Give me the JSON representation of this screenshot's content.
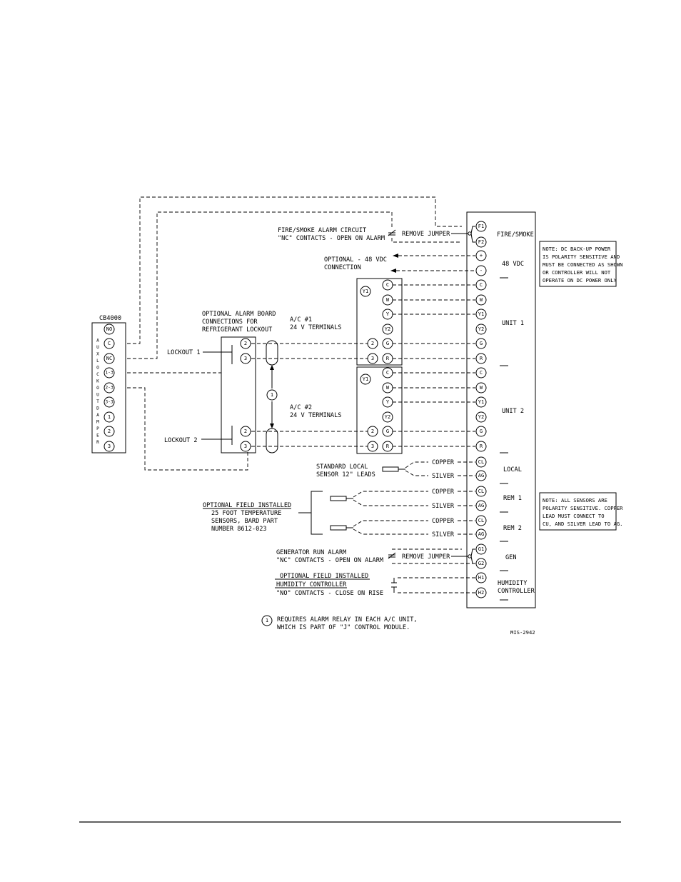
{
  "controller": {
    "sections": [
      "FIRE/SMOKE",
      "48 VDC",
      "UNIT 1",
      "UNIT 2",
      "LOCAL",
      "REM 1",
      "REM 2",
      "GEN",
      "HUMIDITY",
      "CONTROLLER"
    ],
    "terminals": [
      "F1",
      "F2",
      "+",
      "-",
      "C",
      "W",
      "Y1",
      "Y2",
      "G",
      "R",
      "C",
      "W",
      "Y1",
      "Y2",
      "G",
      "R",
      "CL",
      "AG",
      "CL",
      "AG",
      "CL",
      "AG",
      "G1",
      "G2",
      "H1",
      "H2"
    ]
  },
  "cb4000": {
    "title": "CB4000",
    "terminals": [
      "NO",
      "C",
      "NC",
      "1-3",
      "2-3",
      "3-3",
      "1",
      "2",
      "3"
    ],
    "vertical_labels": [
      "A",
      "U",
      "X",
      "L",
      "O",
      "C",
      "K",
      "O",
      "U",
      "T",
      "D",
      "A",
      "M",
      "P",
      "E",
      "R"
    ]
  },
  "alarm_board": {
    "label_lines": [
      "OPTIONAL ALARM BOARD",
      "CONNECTIONS FOR",
      "REFRIGERANT LOCKOUT"
    ],
    "lockout1": "LOCKOUT 1",
    "lockout2": "LOCKOUT 2",
    "terminals": [
      "2",
      "3",
      "2",
      "3"
    ],
    "note_marker": "1"
  },
  "ac1": {
    "label_lines": [
      "A/C #1",
      "24 V TERMINALS"
    ],
    "corner": "Y1",
    "terminals": [
      "C",
      "W",
      "Y",
      "Y2",
      "G",
      "R"
    ],
    "left_terminals": [
      "2",
      "3"
    ]
  },
  "ac2": {
    "label_lines": [
      "A/C #2",
      "24 V TERMINALS"
    ],
    "corner": "Y1",
    "terminals": [
      "C",
      "W",
      "Y",
      "Y2",
      "G",
      "R"
    ],
    "left_terminals": [
      "2",
      "3"
    ]
  },
  "labels": {
    "fire_lines": [
      "FIRE/SMOKE ALARM CIRCUIT",
      "\"NC\" CONTACTS - OPEN ON ALARM"
    ],
    "remove_jumper": "REMOVE JUMPER",
    "optional48_lines": [
      "OPTIONAL - 48 VDC",
      "CONNECTION"
    ],
    "local_sensor_lines": [
      "STANDARD LOCAL",
      "SENSOR 12\" LEADS"
    ],
    "copper": "COPPER",
    "silver": "SILVER",
    "field_sensor_lines": [
      "OPTIONAL FIELD INSTALLED",
      "25 FOOT TEMPERATURE",
      "SENSORS, BARD PART",
      "NUMBER 8612-023"
    ],
    "gen_lines": [
      "GENERATOR RUN ALARM",
      "\"NC\" CONTACTS - OPEN ON ALARM"
    ],
    "humid_lines": [
      "OPTIONAL FIELD INSTALLED",
      "HUMIDITY CONTROLLER",
      "\"NO\" CONTACTS - CLOSE ON RISE"
    ],
    "footnote_marker": "1",
    "footnote_lines": [
      "REQUIRES ALARM RELAY IN EACH A/C UNIT,",
      "WHICH IS PART OF \"J\" CONTROL MODULE."
    ],
    "drawing_number": "MIS-2942"
  },
  "notes": {
    "dc_lines": [
      "NOTE:  DC BACK-UP POWER",
      "IS POLARITY SENSITIVE AND",
      "MUST BE CONNECTED AS SHOWN",
      "OR CONTROLLER WILL NOT",
      "OPERATE ON DC POWER ONLY"
    ],
    "sensor_lines": [
      "NOTE:  ALL SENSORS ARE",
      "POLARITY SENSITIVE. COPPER",
      "LEAD MUST CONNECT TO",
      "CU, AND SILVER LEAD TO AG."
    ]
  }
}
